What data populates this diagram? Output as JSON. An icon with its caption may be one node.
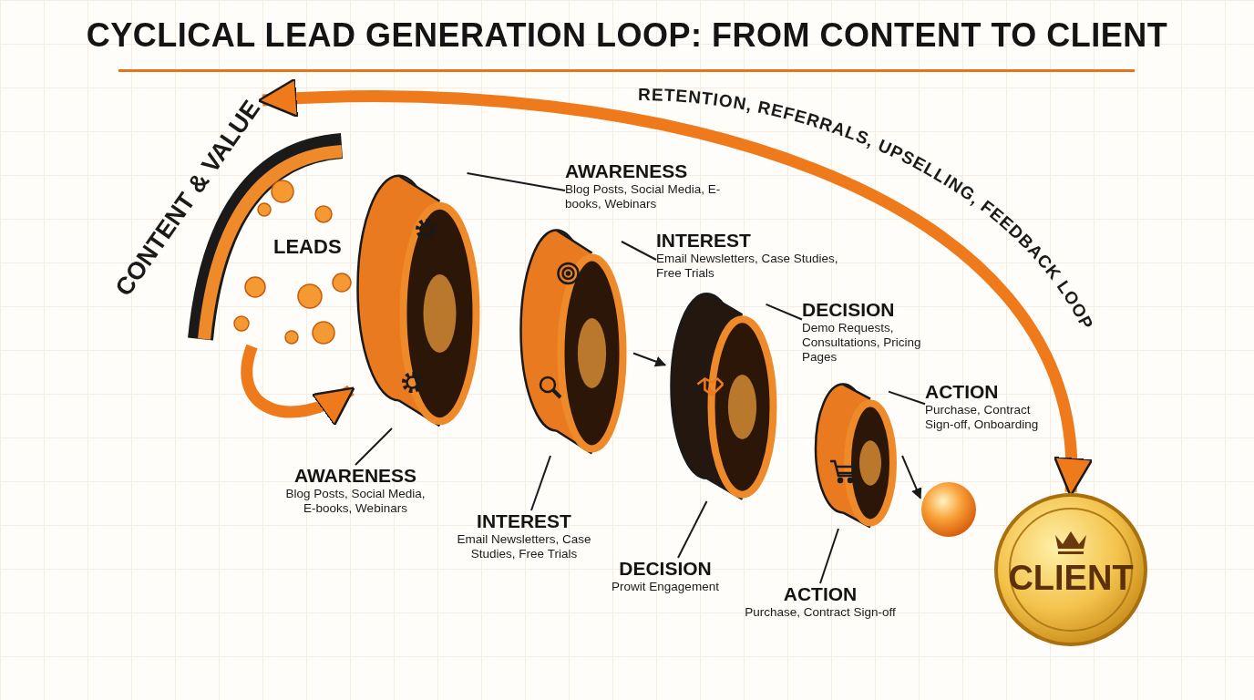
{
  "diagram": {
    "title": "CYCLICAL LEAD GENERATION LOOP: FROM CONTENT TO CLIENT",
    "nodes": [
      {
        "text": [
          "CONTENT & VALUE",
          "LEADS"
        ]
      },
      {
        "text": [],
        "shape": "cylinder"
      },
      {
        "text": [],
        "shape": "cylinder"
      },
      {
        "text": [],
        "shape": "cylinder"
      },
      {
        "text": [],
        "shape": "cylinder"
      },
      {
        "text": [],
        "shape": "circle"
      },
      {
        "text": [
          "CLIENT"
        ]
      },
      {
        "text": [
          "AWARENESS",
          "Blog Posts, Social Media, E-books, Webinars"
        ]
      },
      {
        "text": [
          "INTEREST",
          "Email Newsletters, Case Studies, Free Trials"
        ]
      },
      {
        "text": [
          "DECISION",
          "Demo Requests, Consultations, Pricing Pages"
        ]
      },
      {
        "text": [
          "ACTION",
          "Purchase, Contract Sign-off, Onboarding"
        ]
      },
      {
        "text": [
          "AWARENESS",
          "Blog Posts, Social Media, E-books, Webinars"
        ]
      },
      {
        "text": [
          "INTEREST",
          "Email Newsletters, Case Studies, Free Trials"
        ]
      },
      {
        "text": [
          "DECISION",
          "Prowit Engagement"
        ]
      },
      {
        "text": [
          "ACTION",
          "Purchase, Contract Sign-off"
        ]
      }
    ],
    "edges": [
      {
        "from": 6,
        "to": 0,
        "arrow": "both",
        "label": "RETENTION, REFERRALS, UPSELLING, FEEDBACK LOOP",
        "style": "thick",
        "color": "#ee7a1c"
      },
      {
        "from": 0,
        "to": 1,
        "arrow": "to",
        "style": "thick",
        "color": "#ee7a1c"
      },
      {
        "from": 2,
        "to": 3,
        "arrow": "to"
      },
      {
        "from": 4,
        "to": 5,
        "arrow": "to"
      },
      {
        "from": 7,
        "to": 1,
        "arrow": "none"
      },
      {
        "from": 8,
        "to": 2,
        "arrow": "none"
      },
      {
        "from": 9,
        "to": 3,
        "arrow": "none"
      },
      {
        "from": 10,
        "to": 4,
        "arrow": "none"
      },
      {
        "from": 11,
        "to": 1,
        "arrow": "none"
      },
      {
        "from": 12,
        "to": 2,
        "arrow": "none"
      },
      {
        "from": 13,
        "to": 3,
        "arrow": "none"
      },
      {
        "from": 14,
        "to": 4,
        "arrow": "none"
      }
    ]
  }
}
